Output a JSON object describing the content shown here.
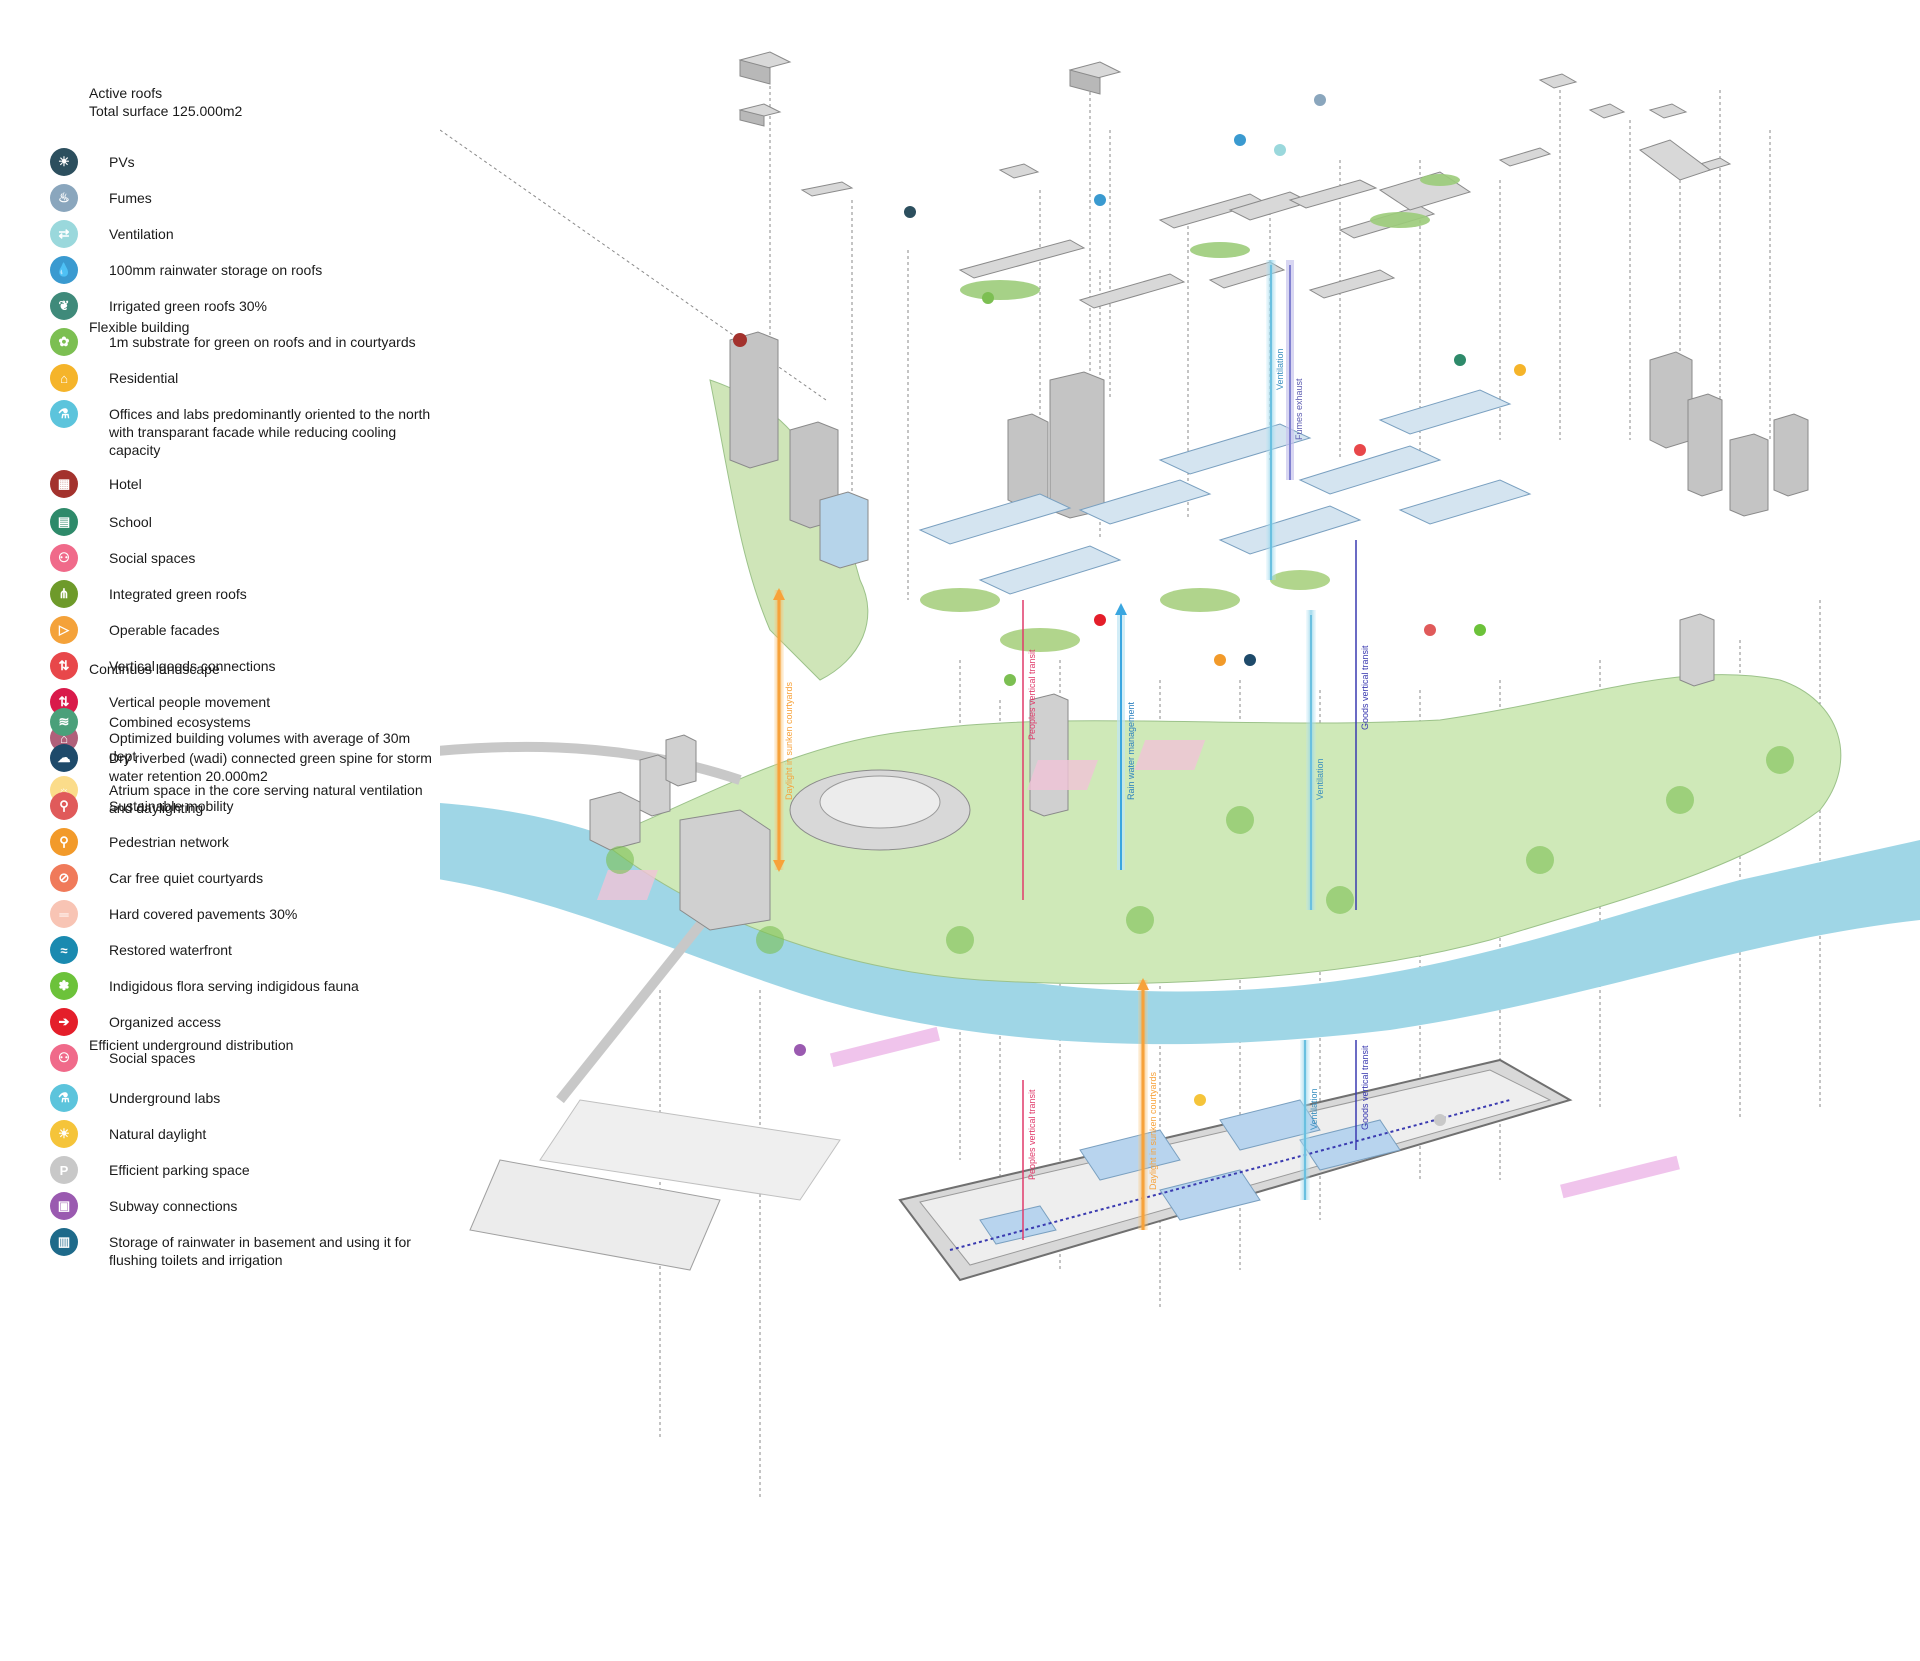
{
  "legend": {
    "active_roofs": {
      "title": "Active roofs",
      "subtitle": "Total surface 125.000m2",
      "items": [
        {
          "label": "PVs",
          "icon": "pv-panel-icon",
          "color": "#2c4f5e"
        },
        {
          "label": "Fumes",
          "icon": "fumes-icon",
          "color": "#8aa6bd"
        },
        {
          "label": "Ventilation",
          "icon": "ventilation-icon",
          "color": "#9ad8dc"
        },
        {
          "label": "100mm rainwater storage on roofs",
          "icon": "rainwater-drop-icon",
          "color": "#3a9ad0"
        },
        {
          "label": "Irrigated green roofs 30%",
          "icon": "irrigated-roof-icon",
          "color": "#3f8a7a"
        },
        {
          "label": "1m substrate for green on roofs and in courtyards",
          "icon": "substrate-plant-icon",
          "color": "#7cbf52"
        }
      ]
    },
    "flexible_building": {
      "title": "Flexible building",
      "items": [
        {
          "label": "Residential",
          "icon": "house-icon",
          "color": "#f5b42a"
        },
        {
          "label": "Offices and labs predominantly oriented to the north with transparant facade while reducing cooling capacity",
          "icon": "flask-icon",
          "color": "#5cc4dc"
        },
        {
          "label": "Hotel",
          "icon": "hotel-icon",
          "color": "#a3322d"
        },
        {
          "label": "School",
          "icon": "school-icon",
          "color": "#2e8a6a"
        },
        {
          "label": "Social spaces",
          "icon": "people-icon",
          "color": "#f06a8a"
        },
        {
          "label": "Integrated green roofs",
          "icon": "grass-icon",
          "color": "#6e9a2a"
        },
        {
          "label": "Operable facades",
          "icon": "facade-icon",
          "color": "#f4a23a"
        },
        {
          "label": "Vertical goods connections",
          "icon": "goods-arrows-icon",
          "color": "#e8474a"
        },
        {
          "label": "Vertical people movement",
          "icon": "people-arrows-icon",
          "color": "#d91a4a"
        },
        {
          "label": "Optimized building volumes with average of 30m dept",
          "icon": "building-volume-icon",
          "color": "#b0607a"
        },
        {
          "label": "Atrium space in the core serving natural ventilation and daylighting",
          "icon": "atrium-sun-icon",
          "color": "#fbdc8a"
        }
      ]
    },
    "continuos_landscape": {
      "title": "Continuos landscape",
      "items": [
        {
          "label": "Combined ecosystems",
          "icon": "ecosystem-icon",
          "color": "#4aa07a"
        },
        {
          "label": "Dry riverbed (wadi) connected green spine for storm water retention 20.000m2",
          "icon": "rain-cloud-icon",
          "color": "#1e4a6a"
        },
        {
          "label": "Sustainable mobility",
          "icon": "bicycle-icon",
          "color": "#e05a5a"
        },
        {
          "label": "Pedestrian network",
          "icon": "pedestrian-icon",
          "color": "#f29a2a"
        },
        {
          "label": "Car free quiet courtyards",
          "icon": "no-car-icon",
          "color": "#f07a5a"
        },
        {
          "label": "Hard covered pavements 30%",
          "icon": "pavement-icon",
          "color": "#f8c4b4"
        },
        {
          "label": "Restored waterfront",
          "icon": "waterfront-icon",
          "color": "#1a8ab0"
        },
        {
          "label": "Indigidous flora serving indigidous fauna",
          "icon": "sprout-icon",
          "color": "#6cc23a"
        },
        {
          "label": "Organized access",
          "icon": "access-exit-icon",
          "color": "#e41e2a"
        },
        {
          "label": "Social spaces",
          "icon": "people-icon",
          "color": "#f06a8a"
        }
      ]
    },
    "underground": {
      "title": "Efficient underground distribution",
      "items": [
        {
          "label": "Underground labs",
          "icon": "flask-icon",
          "color": "#5cc4dc"
        },
        {
          "label": "Natural daylight",
          "icon": "sun-icon",
          "color": "#f5c43a"
        },
        {
          "label": "Efficient parking space",
          "icon": "parking-icon",
          "color": "#c8c8c8"
        },
        {
          "label": "Subway connections",
          "icon": "subway-icon",
          "color": "#9a5ab0"
        },
        {
          "label": "Storage of rainwater in basement and using it for flushing toilets and irrigation",
          "icon": "water-tank-icon",
          "color": "#1e6a8a"
        }
      ]
    }
  },
  "diagram_labels": {
    "daylight_top": "Daylight in sunken courtyards",
    "daylight_bottom": "Daylight in sunken courtyards",
    "people_top": "Peoples vertical transit",
    "people_bottom": "Peoples vertical transit",
    "rain": "Rain water management",
    "ventilation_top": "Ventilation",
    "ventilation_mid": "Ventilation",
    "ventilation_bottom": "Ventilation",
    "fumes": "Fumes exhaust",
    "goods_top": "Goods vertical transit",
    "goods_bottom": "Goods vertical transit"
  },
  "colors": {
    "river": "#9fd6e6",
    "landscape": "#cfe9b8",
    "building": "#c9c9c9",
    "daylight": "#f7a23a",
    "people": "#e03a6a",
    "rain": "#3aa6e0",
    "ventilation": "#8ad0e8",
    "goods": "#3a3ab0"
  }
}
